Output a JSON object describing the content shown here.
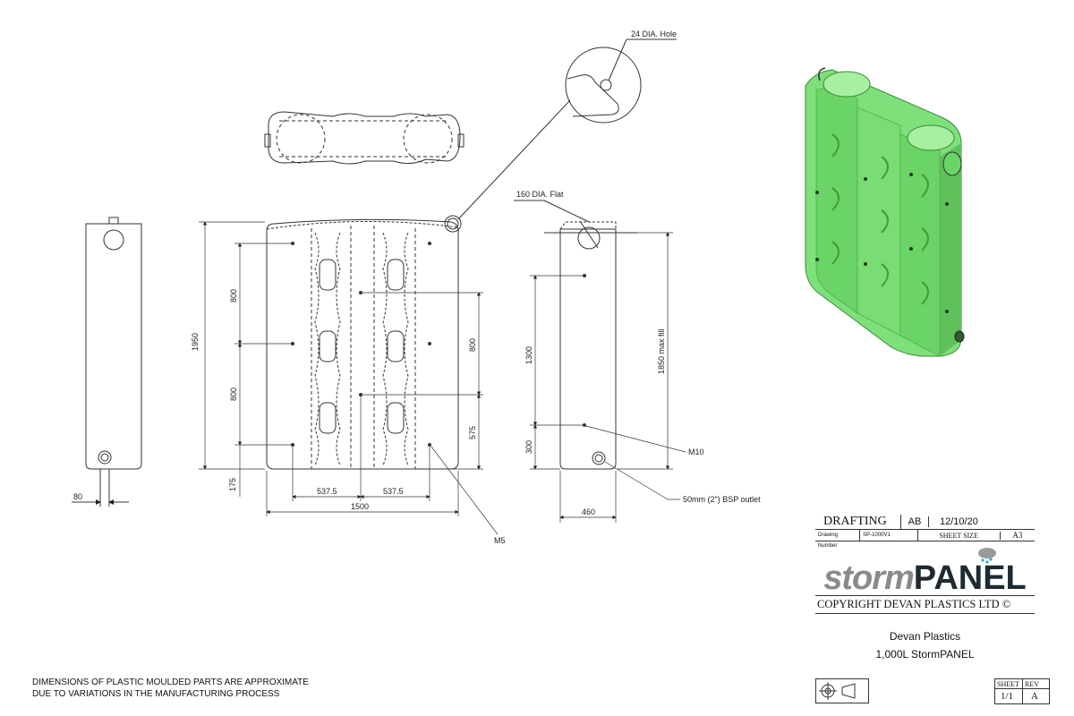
{
  "callouts": {
    "hole": "24 DIA. Hole",
    "flat": "160 DIA. Flat",
    "m10": "M10",
    "m5": "M5",
    "outlet": "50mm (2\") BSP outlet"
  },
  "dimensions": {
    "side_width": "80",
    "height_total": "1950",
    "front_800_top": "800",
    "front_800_bottom": "800",
    "front_175": "175",
    "span_left": "537.5",
    "span_right": "537.5",
    "width_total": "1500",
    "right_800": "800",
    "right_575": "575",
    "end_1300": "1300",
    "end_300": "300",
    "end_width": "460",
    "max_fill": "1850 max fill"
  },
  "title_block": {
    "drafting": "DRAFTING",
    "initials": "AB",
    "date": "12/10/20",
    "drawing_number_label": "Drawing Number",
    "drawing_number": "SP-1000V1",
    "sheet_size_label": "SHEET SIZE",
    "sheet_size": "A3",
    "logo_storm": "storm",
    "logo_panel": "PANEL",
    "copyright": "COPYRIGHT DEVAN PLASTICS LTD ©",
    "company": "Devan Plastics",
    "product": "1,000L StormPANEL",
    "sheet_label": "SHEET",
    "rev_label": "REV",
    "sheet": "1/1",
    "rev": "A"
  },
  "notes": {
    "line1": "DIMENSIONS OF PLASTIC MOULDED PARTS ARE APPROXIMATE",
    "line2": "DUE TO VARIATIONS IN THE MANUFACTURING PROCESS"
  },
  "colors": {
    "tank_green": "#7ee07a",
    "tank_shadow": "#4fae4c",
    "line": "#333333",
    "logo_blue": "#2aa3d9"
  }
}
